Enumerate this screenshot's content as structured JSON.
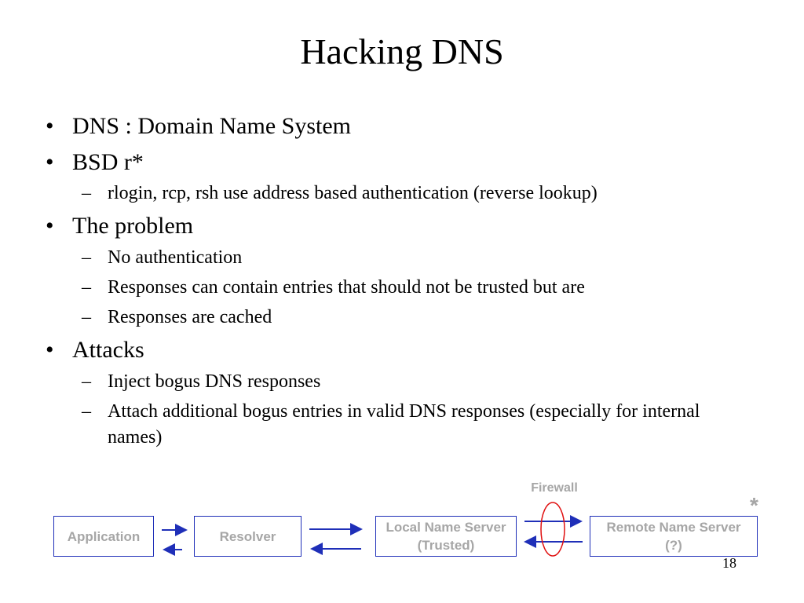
{
  "slide": {
    "title": "Hacking DNS",
    "page_number": "18"
  },
  "bullets": [
    {
      "marker": "•",
      "text": "DNS : Domain Name System"
    },
    {
      "marker": "•",
      "text": "BSD r*"
    },
    {
      "marker": "–",
      "text": "rlogin, rcp, rsh use address based authentication (reverse lookup)"
    },
    {
      "marker": "•",
      "text": "The problem"
    },
    {
      "marker": "–",
      "text": "No authentication"
    },
    {
      "marker": "–",
      "text": "Responses can contain entries that should not be trusted but are"
    },
    {
      "marker": "–",
      "text": "Responses are cached"
    },
    {
      "marker": "•",
      "text": "Attacks"
    },
    {
      "marker": "–",
      "text": "Inject bogus DNS responses"
    },
    {
      "marker": "–",
      "text": "Attach additional bogus entries in valid DNS responses (especially for internal names)"
    }
  ],
  "diagram": {
    "application": "Application",
    "resolver": "Resolver",
    "local_server_line1": "Local Name Server",
    "local_server_line2": "(Trusted)",
    "remote_server_line1": "Remote Name Server",
    "remote_server_line2": "(?)",
    "firewall": "Firewall",
    "star": "*"
  },
  "colors": {
    "arrow": "#1f2fb8",
    "box_border": "#1f2fb8",
    "box_text": "#a6a6a6",
    "firewall_ellipse": "#e01010"
  }
}
